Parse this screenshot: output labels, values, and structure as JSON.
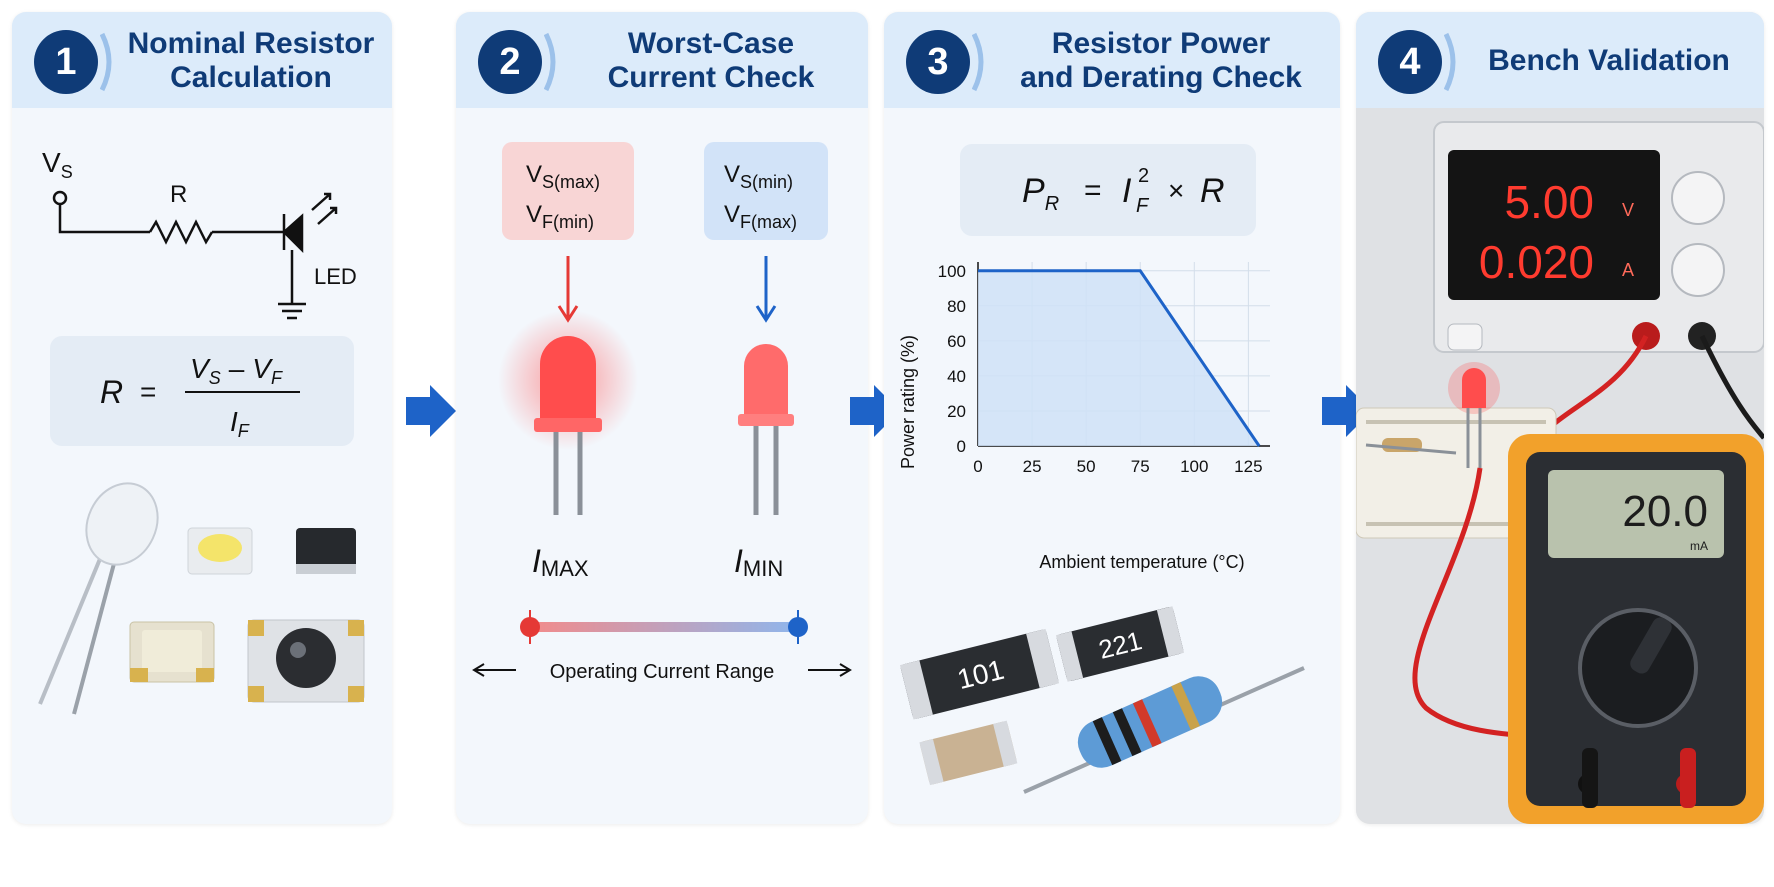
{
  "panels": [
    {
      "step": "1",
      "title_line1": "Nominal Resistor",
      "title_line2": "Calculation"
    },
    {
      "step": "2",
      "title_line1": "Worst-Case",
      "title_line2": "Current Check"
    },
    {
      "step": "3",
      "title_line1": "Resistor Power",
      "title_line2": "and Derating Check"
    },
    {
      "step": "4",
      "title_line1": "Bench Validation",
      "title_line2": ""
    }
  ],
  "circuit": {
    "source_label": "V",
    "source_sub": "S",
    "resistor_label": "R",
    "led_label": "LED"
  },
  "formula1": {
    "lhs": "R",
    "eq": "=",
    "num_v1": "V",
    "num_s1": "S",
    "minus": "–",
    "num_v2": "V",
    "num_s2": "F",
    "den_v": "I",
    "den_s": "F"
  },
  "worst_case": {
    "left": {
      "line1": "V",
      "line1_sub": "S(max)",
      "line2": "V",
      "line2_sub": "F(min)",
      "current": "I",
      "current_sub": "MAX"
    },
    "right": {
      "line1": "V",
      "line1_sub": "S(min)",
      "line2": "V",
      "line2_sub": "F(max)",
      "current": "I",
      "current_sub": "MIN"
    },
    "range_label": "Operating Current Range"
  },
  "formula3": {
    "p": "P",
    "p_sub": "R",
    "eq": "=",
    "i": "I",
    "i_sup": "2",
    "i_sub": "F",
    "times": "×",
    "r": "R"
  },
  "resistor_codes": [
    "101",
    "221"
  ],
  "bench": {
    "voltage": "5.00",
    "voltage_unit": "V",
    "current": "0.020",
    "current_unit": "A",
    "meter_reading": "20.0",
    "meter_unit": "mA"
  },
  "colors": {
    "header": "#dcebfa",
    "badge": "#0f3b77",
    "accent_red": "#e53935",
    "accent_blue": "#1e63c8",
    "arrow": "#1e63c8"
  },
  "chart_data": {
    "type": "line",
    "title": "",
    "xlabel": "Ambient temperature (°C)",
    "ylabel": "Power rating (%)",
    "x_ticks": [
      "0",
      "25",
      "50",
      "75",
      "100",
      "125"
    ],
    "y_ticks": [
      "0",
      "20",
      "40",
      "60",
      "80",
      "100"
    ],
    "xlim": [
      0,
      135
    ],
    "ylim": [
      0,
      105
    ],
    "grid": true,
    "series": [
      {
        "x": [
          0,
          75,
          130
        ],
        "y": [
          100,
          100,
          0
        ]
      }
    ]
  }
}
